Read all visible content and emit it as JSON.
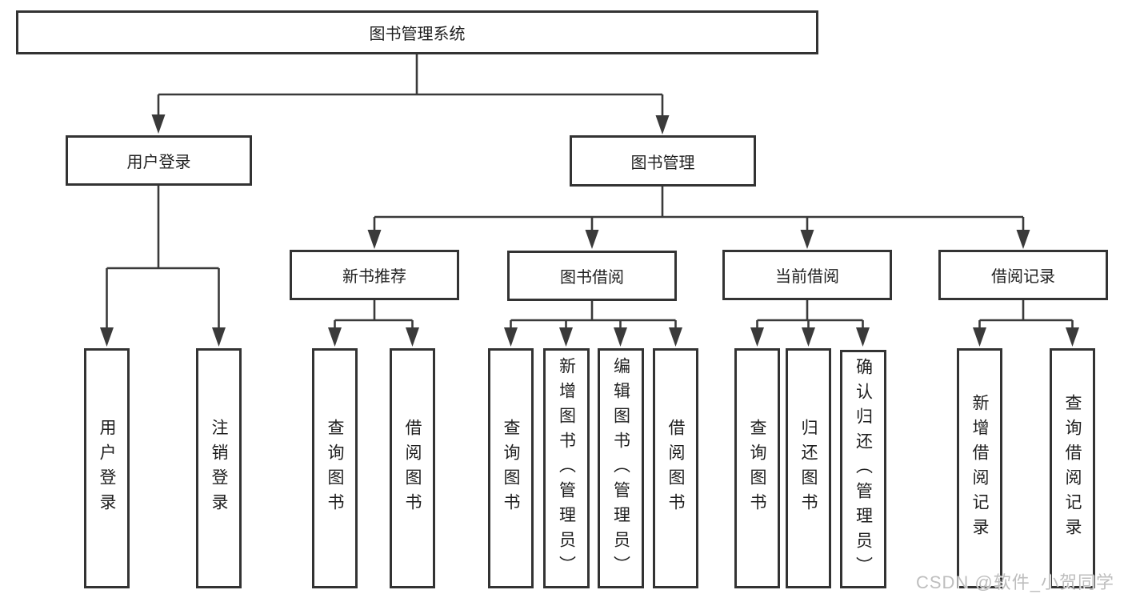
{
  "diagram": {
    "root": {
      "label": "图书管理系统"
    },
    "level2": [
      {
        "label": "用户登录"
      },
      {
        "label": "图书管理"
      }
    ],
    "level3": [
      {
        "label": "新书推荐"
      },
      {
        "label": "图书借阅"
      },
      {
        "label": "当前借阅"
      },
      {
        "label": "借阅记录"
      }
    ],
    "leaves": {
      "userLogin": [
        {
          "label": "用户登录"
        },
        {
          "label": "注销登录"
        }
      ],
      "newBooks": [
        {
          "label": "查询图书"
        },
        {
          "label": "借阅图书"
        }
      ],
      "bookBorrow": [
        {
          "label": "查询图书"
        },
        {
          "label": "新增图书（管理员）"
        },
        {
          "label": "编辑图书（管理员）"
        },
        {
          "label": "借阅图书"
        }
      ],
      "currentBorrow": [
        {
          "label": "查询图书"
        },
        {
          "label": "归还图书"
        },
        {
          "label": "确认归还（管理员）"
        }
      ],
      "borrowRecords": [
        {
          "label": "新增借阅记录"
        },
        {
          "label": "查询借阅记录"
        }
      ]
    }
  },
  "watermark": {
    "text": "CSDN @软件_小贺同学"
  },
  "colors": {
    "line": "#3a3a3a",
    "box_border": "#333333",
    "background": "#ffffff",
    "text": "#1f1f1f",
    "watermark": "#bbbbbb"
  }
}
